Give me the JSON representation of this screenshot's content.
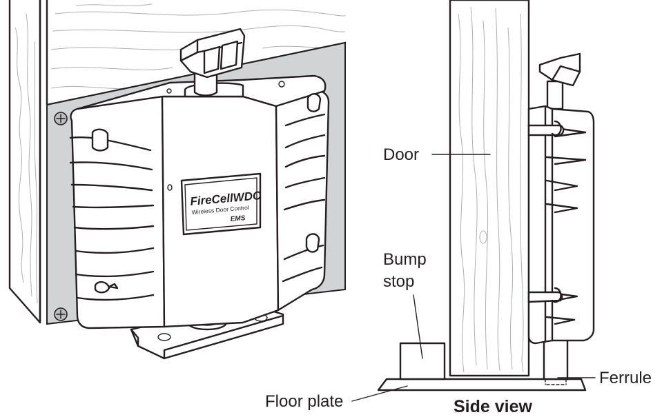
{
  "device_label": {
    "brand_line": "FireCellWDC",
    "subtitle": "Wireless Door Control",
    "maker": "EMS"
  },
  "callouts": {
    "door": "Door",
    "bump_stop_line1": "Bump",
    "bump_stop_line2": "stop",
    "ferrule": "Ferrule",
    "floor_plate": "Floor plate"
  },
  "side_view_title": "Side view"
}
